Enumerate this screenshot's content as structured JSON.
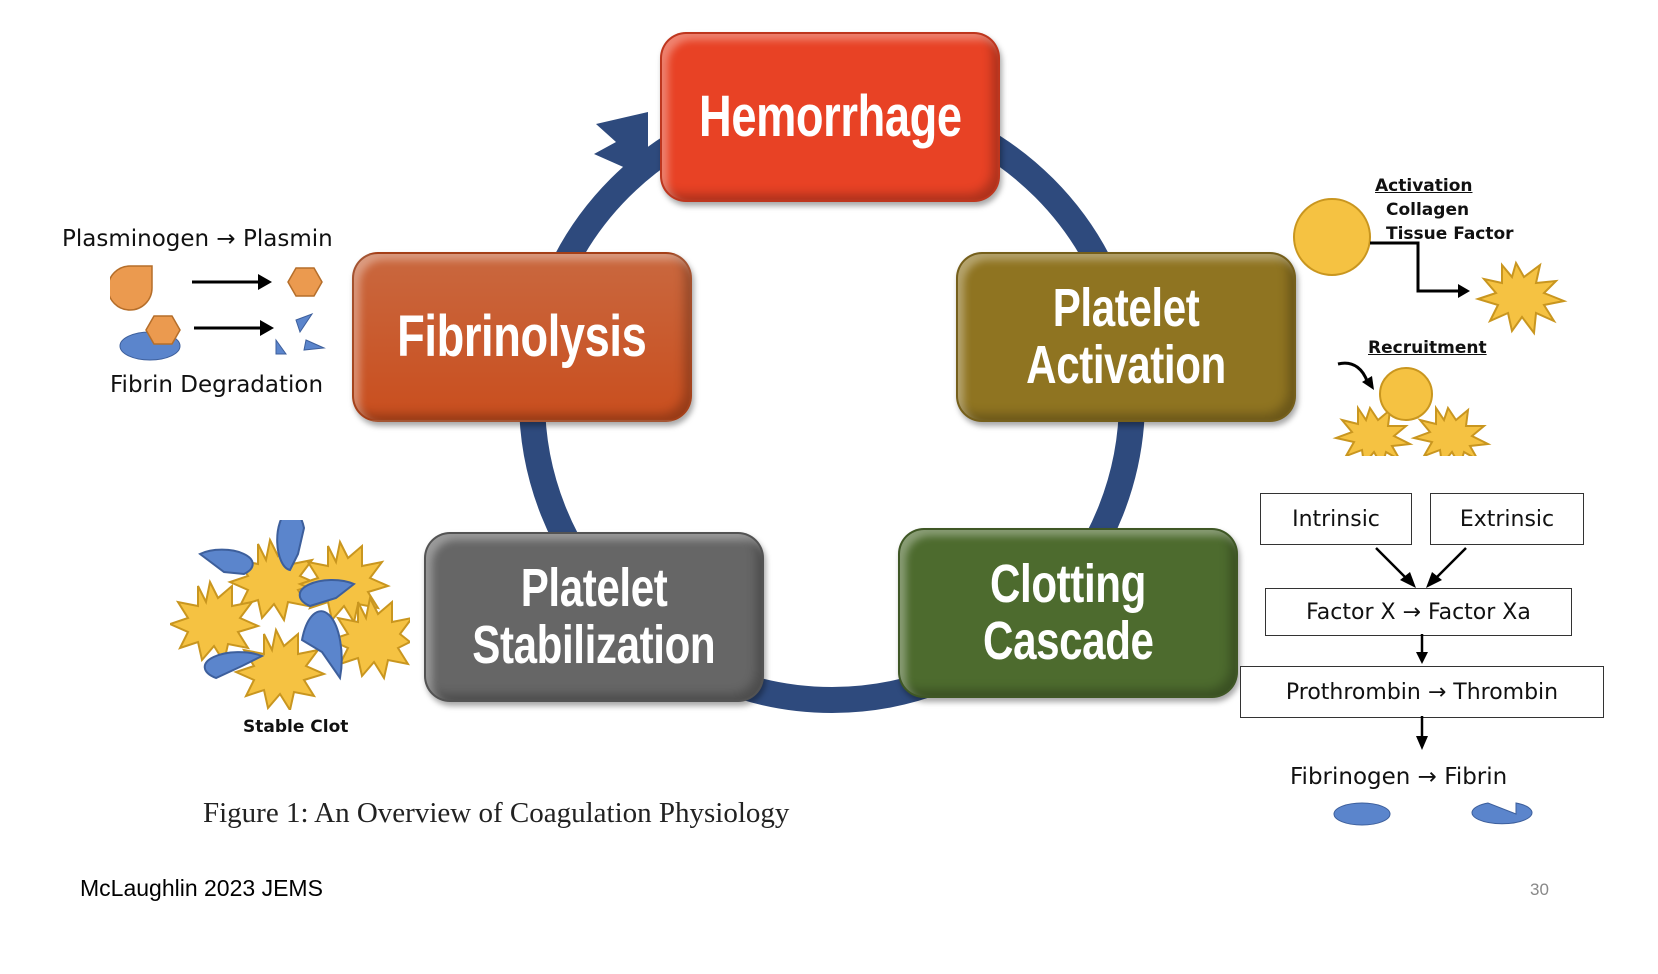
{
  "cycle": {
    "nodes": [
      {
        "id": "hemorrhage",
        "lines": [
          "Hemorrhage"
        ],
        "color": "#e84225"
      },
      {
        "id": "platelet-activation",
        "lines": [
          "Platelet",
          "Activation"
        ],
        "color": "#8f7421"
      },
      {
        "id": "clotting-cascade",
        "lines": [
          "Clotting",
          "Cascade"
        ],
        "color": "#4d6b2e"
      },
      {
        "id": "platelet-stabilization",
        "lines": [
          "Platelet",
          "Stabilization"
        ],
        "color": "#666666"
      },
      {
        "id": "fibrinolysis",
        "lines": [
          "Fibrinolysis"
        ],
        "color": "#d45421"
      }
    ],
    "arrow_color": "#2e4a7d"
  },
  "fibrinolysis_panel": {
    "title": "Plasminogen → Plasmin",
    "footer": "Fibrin Degradation"
  },
  "activation_panel": {
    "activation_heading": "Activation",
    "activation_items": [
      "Collagen",
      "Tissue Factor"
    ],
    "recruitment_heading": "Recruitment"
  },
  "cascade_panel": {
    "intrinsic": "Intrinsic",
    "extrinsic": "Extrinsic",
    "factor": "Factor X → Factor Xa",
    "prothrombin": "Prothrombin → Thrombin",
    "fibrinogen": "Fibrinogen → Fibrin"
  },
  "stable_clot": {
    "label": "Stable Clot"
  },
  "caption": "Figure 1: An Overview of Coagulation Physiology",
  "footer": {
    "citation": "McLaughlin 2023 JEMS",
    "page_number": "30"
  },
  "colors": {
    "platelet_yellow": "#f5c242",
    "fibrin_blue": "#5b85cc",
    "plasmin_orange": "#eb9a4f"
  }
}
